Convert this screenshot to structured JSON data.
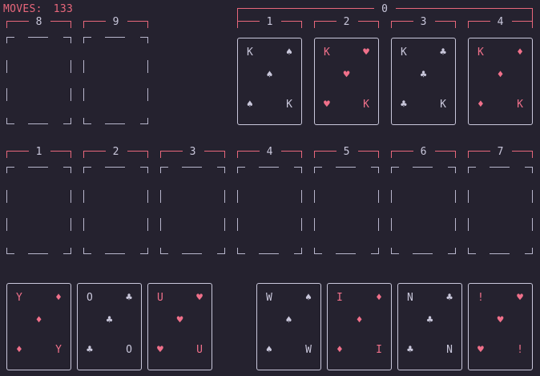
{
  "moves": {
    "label": "MOVES:",
    "value": "133"
  },
  "foundation_label": "0",
  "top_slots": [
    {
      "label": "8"
    },
    {
      "label": "9"
    }
  ],
  "foundations": [
    {
      "label": "1",
      "rank": "K",
      "suit": "♠",
      "color": "#c9c7db"
    },
    {
      "label": "2",
      "rank": "K",
      "suit": "♥",
      "color": "#f0708a"
    },
    {
      "label": "3",
      "rank": "K",
      "suit": "♣",
      "color": "#c9c7db"
    },
    {
      "label": "4",
      "rank": "K",
      "suit": "♦",
      "color": "#f0708a"
    }
  ],
  "tableau": [
    {
      "label": "1"
    },
    {
      "label": "2"
    },
    {
      "label": "3"
    },
    {
      "label": "4"
    },
    {
      "label": "5"
    },
    {
      "label": "6"
    },
    {
      "label": "7"
    }
  ],
  "bottom_cards": [
    {
      "rank": "Y",
      "suit": "♦",
      "color": "#f0708a"
    },
    {
      "rank": "O",
      "suit": "♣",
      "color": "#c9c7db"
    },
    {
      "rank": "U",
      "suit": "♥",
      "color": "#f0708a"
    },
    {
      "rank": "W",
      "suit": "♠",
      "color": "#c9c7db"
    },
    {
      "rank": "I",
      "suit": "♦",
      "color": "#f0708a"
    },
    {
      "rank": "N",
      "suit": "♣",
      "color": "#c9c7db"
    },
    {
      "rank": "!",
      "suit": "♥",
      "color": "#f0708a"
    }
  ],
  "colors": {
    "bracket": "#e8677b",
    "slot_outline": "#b8b6cc",
    "light": "#c9c7db",
    "red": "#f0708a",
    "background": "#25222f"
  }
}
